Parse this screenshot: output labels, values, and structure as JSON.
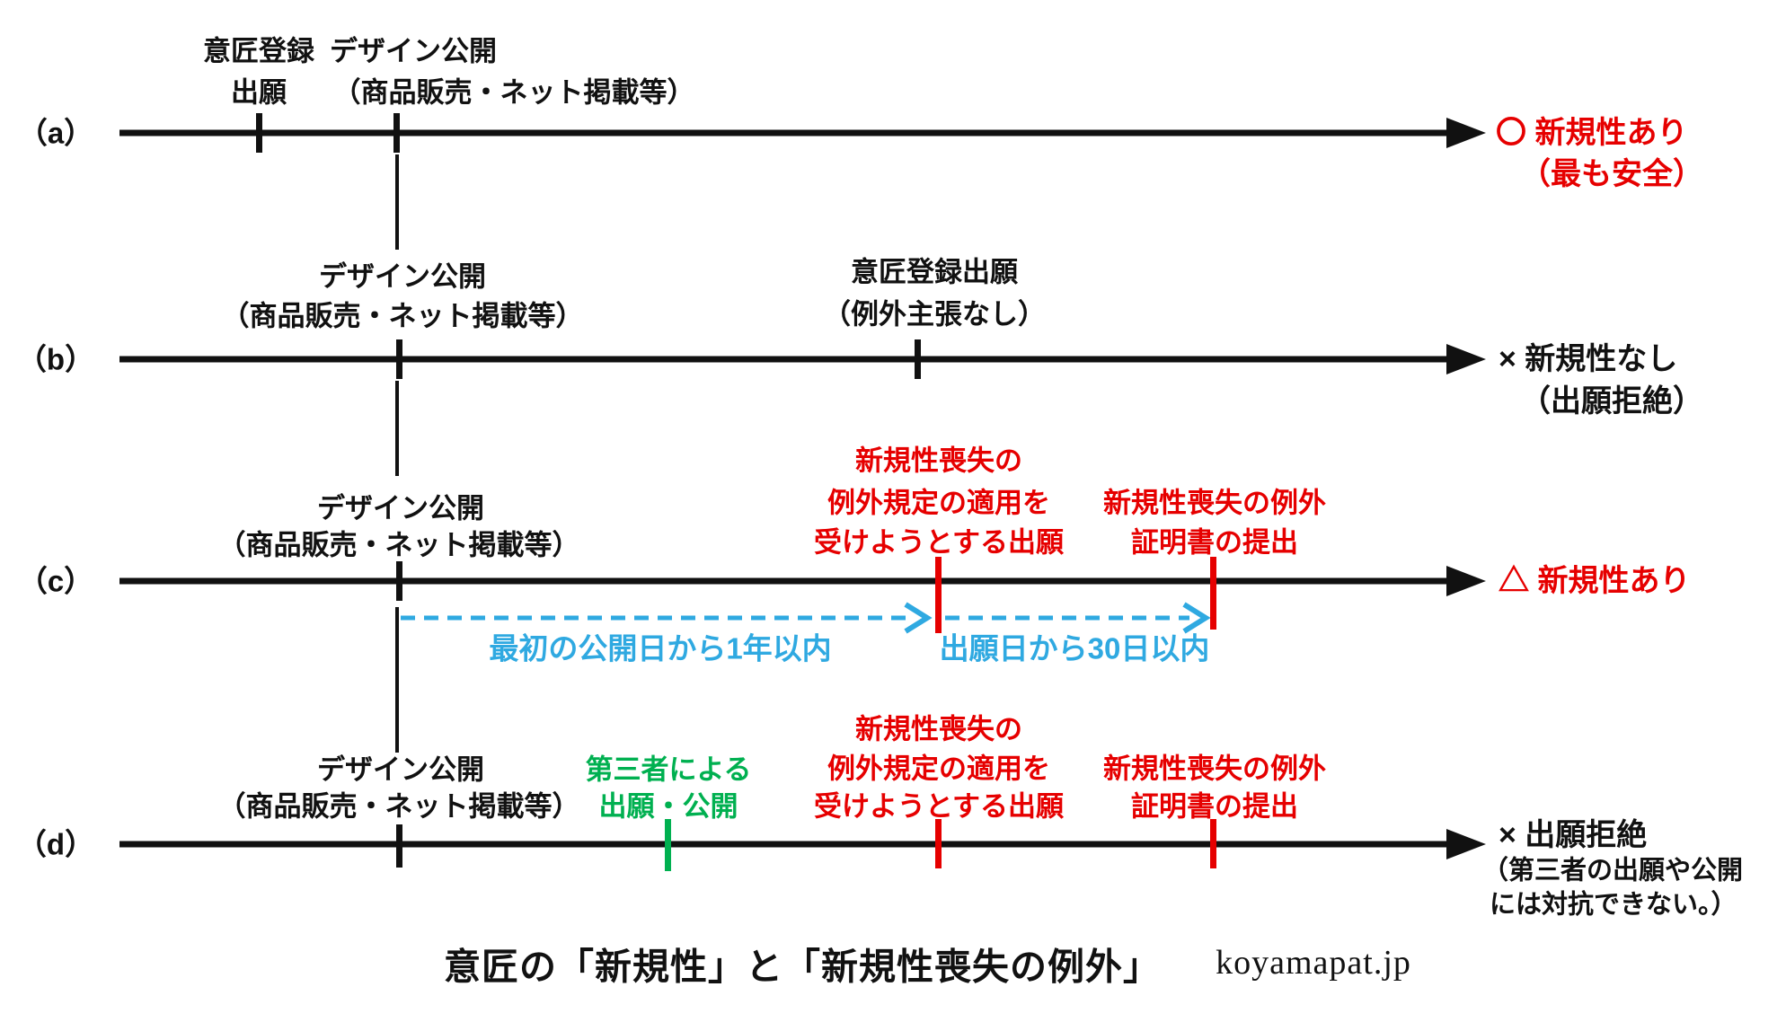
{
  "palette": {
    "line_black": "#111111",
    "accent_red": "#e60000",
    "accent_green": "#00b050",
    "accent_cyan": "#2fa9e1"
  },
  "rows": {
    "a": {
      "id": "（a）",
      "tick1": [
        "意匠登録",
        "出願"
      ],
      "tick2": [
        "デザイン公開",
        "（商品販売・ネット掲載等）"
      ],
      "result": [
        "〇 新規性あり",
        "（最も安全）"
      ]
    },
    "b": {
      "id": "（b）",
      "tick1": [
        "デザイン公開",
        "（商品販売・ネット掲載等）"
      ],
      "tick2": [
        "意匠登録出願",
        "（例外主張なし）"
      ],
      "result": [
        "× 新規性なし",
        "（出願拒絶）"
      ]
    },
    "c": {
      "id": "（c）",
      "tick1": [
        "デザイン公開",
        "（商品販売・ネット掲載等）"
      ],
      "claim": [
        "新規性喪失の",
        "例外規定の適用を",
        "受けようとする出願"
      ],
      "cert": [
        "新規性喪失の例外",
        "証明書の提出"
      ],
      "period1": "最初の公開日から1年以内",
      "period2": "出願日から30日以内",
      "result": [
        "△ 新規性あり"
      ]
    },
    "d": {
      "id": "（d）",
      "tick1": [
        "デザイン公開",
        "（商品販売・ネット掲載等）"
      ],
      "third_party": [
        "第三者による",
        "出願・公開"
      ],
      "claim": [
        "新規性喪失の",
        "例外規定の適用を",
        "受けようとする出願"
      ],
      "cert": [
        "新規性喪失の例外",
        "証明書の提出"
      ],
      "result": [
        "× 出願拒絶",
        "（第三者の出願や公開",
        "には対抗できない。）"
      ]
    }
  },
  "footer": {
    "title": "意匠の「新規性」と「新規性喪失の例外」",
    "watermark": "koyamapat.jp"
  }
}
